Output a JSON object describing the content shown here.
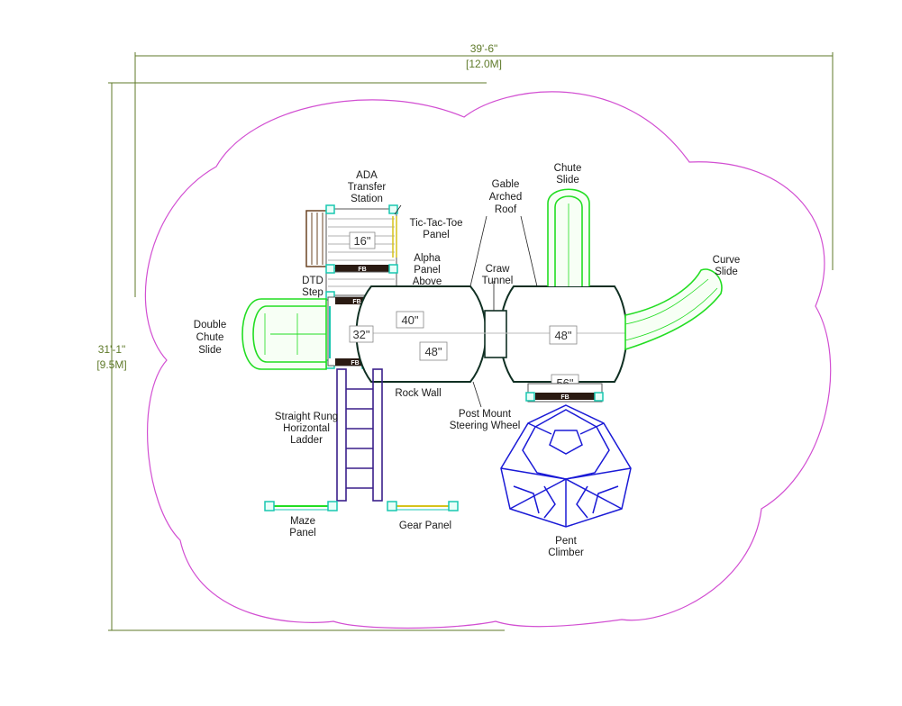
{
  "dimensions": {
    "width_ft": "39'-6\"",
    "width_m": "[12.0M]",
    "height_ft": "31'-1\"",
    "height_m": "[9.5M]"
  },
  "labels": {
    "ada_transfer": [
      "ADA",
      "Transfer",
      "Station"
    ],
    "tic_tac_toe": [
      "Tic-Tac-Toe",
      "Panel"
    ],
    "alpha_panel": [
      "Alpha",
      "Panel",
      "Above"
    ],
    "dtd_step": [
      "DTD",
      "Step"
    ],
    "double_chute": [
      "Double",
      "Chute",
      "Slide"
    ],
    "gable_roof": [
      "Gable",
      "Arched",
      "Roof"
    ],
    "crawl_tunnel": [
      "Craw",
      "Tunnel"
    ],
    "chute_slide": [
      "Chute",
      "Slide"
    ],
    "curve_slide": [
      "Curve",
      "Slide"
    ],
    "rock_wall": [
      "Rock Wall"
    ],
    "post_mount": [
      "Post Mount",
      "Steering Wheel"
    ],
    "ladder": [
      "Straight Rung",
      "Horizontal",
      "Ladder"
    ],
    "maze_panel": [
      "Maze",
      "Panel"
    ],
    "gear_panel": [
      "Gear Panel"
    ],
    "pent_climber": [
      "Pent",
      "Climber"
    ]
  },
  "heights": {
    "h16": "16\"",
    "h40": "40\"",
    "h32": "32\"",
    "h48a": "48\"",
    "h48b": "48\"",
    "h56": "56\""
  },
  "fb_tag": "FB",
  "colors": {
    "use_zone": "#d24fd2",
    "dimension": "#5f7a2a",
    "post": "#19c7b0",
    "slide": "#22dd22",
    "climber": "#1a1ad6",
    "ladder": "#3a1f8a",
    "deck": "#0f2f22",
    "brown": "#6b4423"
  }
}
